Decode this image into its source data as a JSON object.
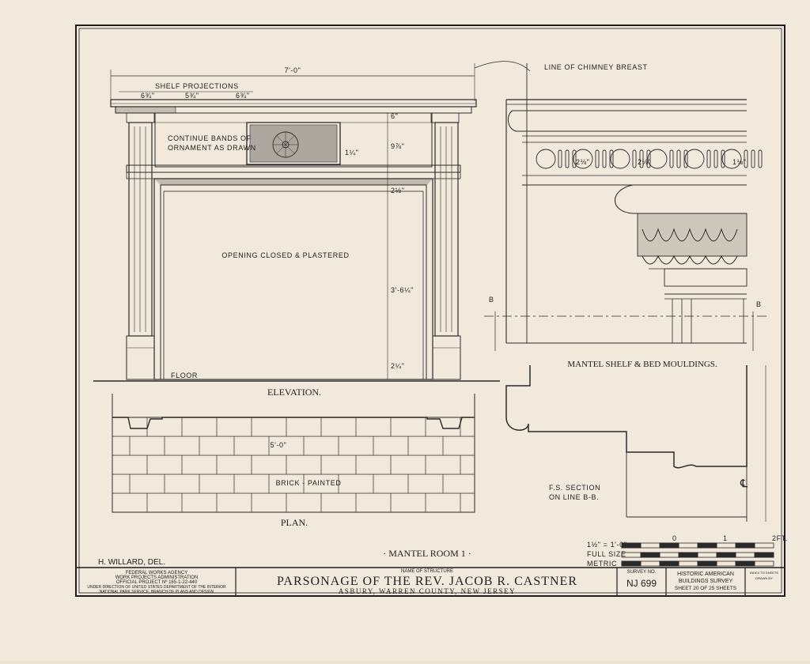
{
  "elevation": {
    "overall_width": "7'-0\"",
    "shelf_projections_label": "SHELF PROJECTIONS",
    "projections": [
      "6¾\"",
      "5¾\"",
      "6¾\""
    ],
    "ornament_note_line1": "CONTINUE BANDS OF",
    "ornament_note_line2": "ORNAMENT AS DRAWN",
    "opening_note": "OPENING CLOSED & PLASTERED",
    "dim_a": "6\"",
    "dim_b": "9⅞\"",
    "dim_c": "2½\"",
    "dim_d": "3'-6¼\"",
    "dim_e": "2¼\"",
    "dim_f": "1¼\"",
    "floor_label": "FLOOR",
    "title": "ELEVATION."
  },
  "plan": {
    "dim": "5'-0\"",
    "note": "BRICK - PAINTED",
    "title": "PLAN."
  },
  "section": {
    "chimney_label": "LINE OF CHIMNEY BREAST",
    "dims": [
      "2⅛\"",
      "2⅛\"",
      "1⅛\""
    ],
    "cut_marker": "B",
    "title": "MANTEL SHELF & BED MOULDINGS.",
    "fs_line1": "F.S. SECTION",
    "fs_line2": "ON LINE B-B.",
    "centerline": "℄"
  },
  "scale_bar": {
    "row1": "1½\" = 1'-0\"",
    "row2": "FULL SIZE",
    "row3": "METRIC",
    "ticks": [
      "0",
      "1",
      "2FT."
    ]
  },
  "delineator": "H. WILLARD, DEL.",
  "drawing_title": "· MANTEL   ROOM 1 ·",
  "title_block": {
    "agency_lines": [
      "FEDERAL WORKS AGENCY",
      "WORK PROJECTS ADMINISTRATION",
      "OFFICIAL PROJECT Nº 165-1-22-440",
      "UNDER DIRECTION OF UNITED STATES DEPARTMENT OF THE INTERIOR",
      "NATIONAL PARK SERVICE, BRANCH OF PLANS AND DESIGN"
    ],
    "name_of_structure_label": "NAME OF STRUCTURE",
    "structure_name": "PARSONAGE OF THE REV. JACOB R. CASTNER",
    "location": "ASBURY, WARREN COUNTY, NEW JERSEY",
    "survey_no_label": "SURVEY NO.",
    "survey_no": "NJ 699",
    "survey_name_line1": "HISTORIC AMERICAN",
    "survey_name_line2": "BUILDINGS SURVEY",
    "sheet_info": "SHEET 20 OF 25 SHEETS",
    "index_line1": "INDEX TO SHEETS",
    "index_line2": "DRAWN BY"
  },
  "colors": {
    "ink": "#2a2a2a",
    "paper": "#f1e9dc",
    "border": "#1e1e1e"
  }
}
